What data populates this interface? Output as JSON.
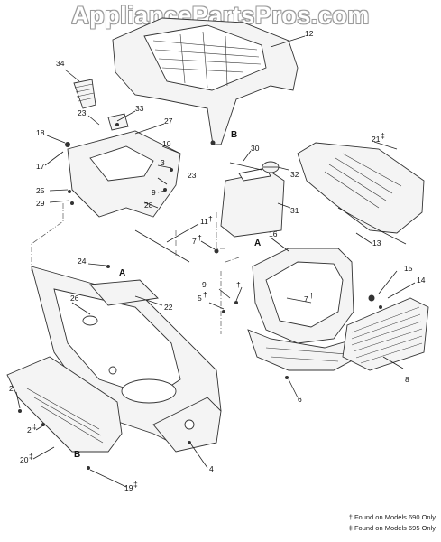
{
  "watermark": "AppliancePartsPros.com",
  "labels": {
    "p2": "2",
    "p2b": "2",
    "p3": "3",
    "p4": "4",
    "p5": "5",
    "p6": "6",
    "p7": "7",
    "p7b": "7",
    "p8": "8",
    "p9": "9",
    "p10": "10",
    "p11": "11",
    "p12": "12",
    "p13": "13",
    "p14": "14",
    "p15": "15",
    "p16": "16",
    "p17": "17",
    "p18": "18",
    "p19": "19",
    "p20": "20",
    "p21": "21",
    "p22": "22",
    "p23": "23",
    "p23b": "23",
    "p24": "24",
    "p25": "25",
    "p26": "26",
    "p27": "27",
    "p28": "28",
    "p29": "29",
    "p30": "30",
    "p31": "31",
    "p32": "32",
    "p33": "33",
    "p34": "34",
    "refA": "A",
    "refA2": "A",
    "refB": "B",
    "refB2": "B",
    "dagger": "†",
    "ddagger": "‡"
  },
  "footnotes": {
    "f690": "† Found on Models 690 Only",
    "f695": "‡ Found on Models 695 Only"
  },
  "colors": {
    "line": "#222222",
    "fill": "#f4f4f4",
    "watermark_edge": "#9a9a9a"
  }
}
